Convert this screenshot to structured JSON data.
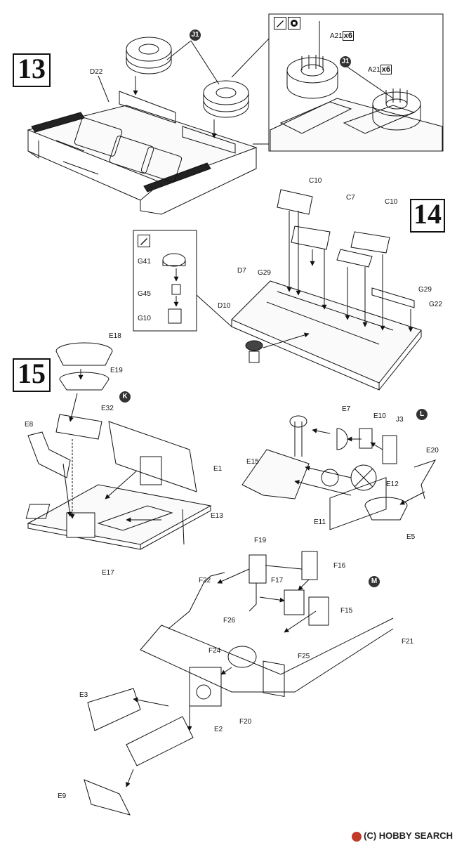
{
  "steps": {
    "s13": "13",
    "s14": "14",
    "s15": "15"
  },
  "badges": {
    "j1_main": "J1",
    "j1_detail": "J1",
    "k": "K",
    "l": "L",
    "m": "M"
  },
  "qty": {
    "a21_1_part": "A21",
    "a21_1_mult": "x6",
    "a21_2_part": "A21",
    "a21_2_mult": "x6"
  },
  "labels": {
    "d22": "D22",
    "c10_a": "C10",
    "c7": "C7",
    "c10_b": "C10",
    "d7": "D7",
    "d10": "D10",
    "g29_a": "G29",
    "g29_b": "G29",
    "g22": "G22",
    "g41": "G41",
    "g45": "G45",
    "g10": "G10",
    "e18": "E18",
    "e19": "E19",
    "e32": "E32",
    "e8": "E8",
    "e1": "E1",
    "e13": "E13",
    "e17": "E17",
    "e7": "E7",
    "e10": "E10",
    "j3": "J3",
    "e20": "E20",
    "e15": "E15",
    "e12": "E12",
    "e11": "E11",
    "e5": "E5",
    "f19": "F19",
    "f16": "F16",
    "f22": "F22",
    "f17": "F17",
    "f15": "F15",
    "f26": "F26",
    "f21": "F21",
    "f24": "F24",
    "f25": "F25",
    "f20": "F20",
    "e3": "E3",
    "e2": "E2",
    "e9": "E9"
  },
  "icons": {
    "glue": "glue-icon",
    "paint": "paint-icon"
  },
  "watermark": "(C) HOBBY SEARCH"
}
